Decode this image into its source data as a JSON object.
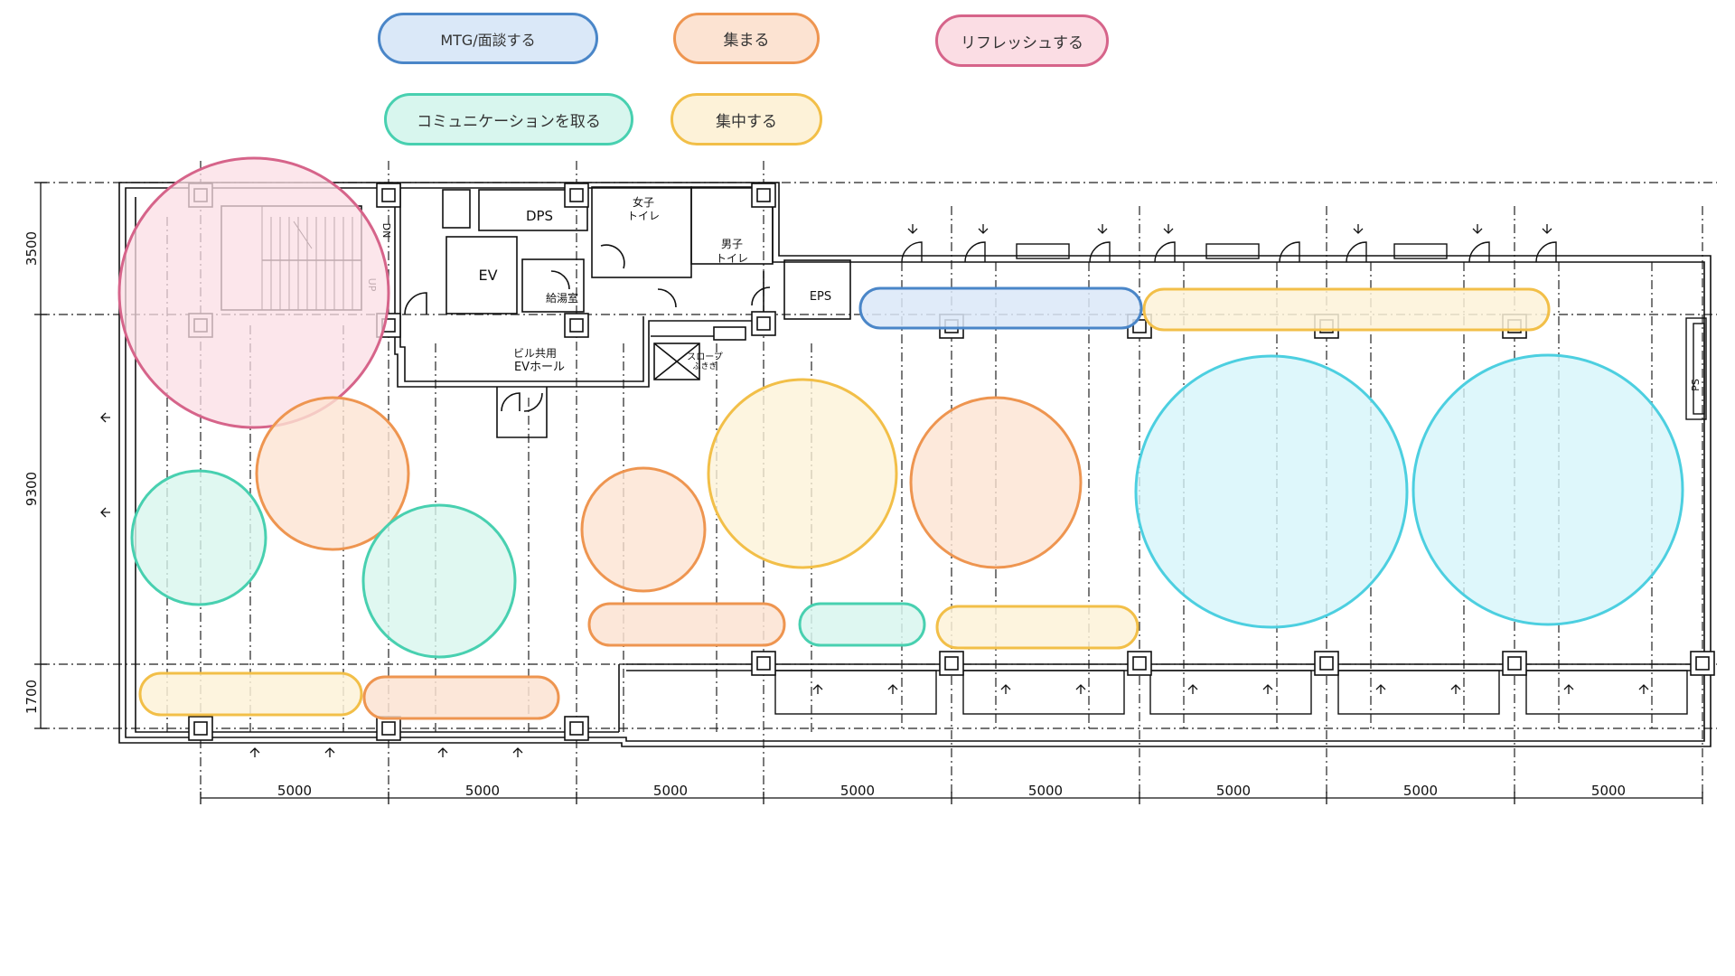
{
  "legend": {
    "meeting": {
      "label": "MTG/面談する",
      "fill": "#dae8f8",
      "stroke": "#4a86c8"
    },
    "gather": {
      "label": "集まる",
      "fill": "#fce3d2",
      "stroke": "#ee9550"
    },
    "refresh": {
      "label": "リフレッシュする",
      "fill": "#fbdde4",
      "stroke": "#d6648a"
    },
    "communicate": {
      "label": "コミュニケーションを取る",
      "fill": "#d8f6ee",
      "stroke": "#48d0b0"
    },
    "focus": {
      "label": "集中する",
      "fill": "#fdf2d8",
      "stroke": "#f2bf48"
    }
  },
  "zone_colors": {
    "open": {
      "fill": "#d6f5fa",
      "stroke": "#4ccfe0"
    }
  },
  "rooms": {
    "dps": "DPS",
    "womens_toilet_1": "女子",
    "womens_toilet_2": "トイレ",
    "mens_toilet_1": "男子",
    "mens_toilet_2": "トイレ",
    "ev": "EV",
    "kitchenette": "給湯室",
    "eps": "EPS",
    "ev_hall_1": "ビル共用",
    "ev_hall_2": "EVホール",
    "slope_1": "スロープ",
    "slope_2": "ふきぎ",
    "dn": "DN",
    "up": "UP",
    "ps": "PS"
  },
  "dimensions": {
    "vertical": [
      "3500",
      "9300",
      "1700"
    ],
    "horizontal": [
      "5000",
      "5000",
      "5000",
      "5000",
      "5000",
      "5000",
      "5000",
      "5000"
    ]
  }
}
